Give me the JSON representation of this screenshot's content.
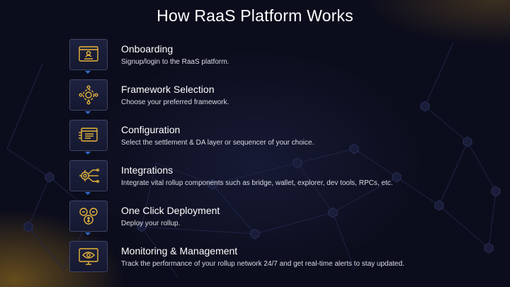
{
  "title": "How RaaS Platform Works",
  "colors": {
    "accent": "#e7b53a",
    "connector": "#2f6fd0",
    "background": "#0d0e1d"
  },
  "steps": [
    {
      "title": "Onboarding",
      "description": "Signup/login to the RaaS platform.",
      "icon": "login-screen-icon"
    },
    {
      "title": "Framework Selection",
      "description": "Choose your preferred framework.",
      "icon": "gear-network-icon"
    },
    {
      "title": "Configuration",
      "description": "Select the settlement & DA layer or sequencer of your choice.",
      "icon": "config-window-icon"
    },
    {
      "title": "Integrations",
      "description": "Integrate vital rollup components such as bridge, wallet, explorer, dev tools, RPCs, etc.",
      "icon": "gear-connections-icon"
    },
    {
      "title": "One Click Deployment",
      "description": "Deploy your rollup.",
      "icon": "deploy-coins-icon"
    },
    {
      "title": "Monitoring & Management",
      "description": "Track the performance of your rollup network 24/7 and get real-time alerts to stay updated.",
      "icon": "monitoring-eye-icon"
    }
  ]
}
